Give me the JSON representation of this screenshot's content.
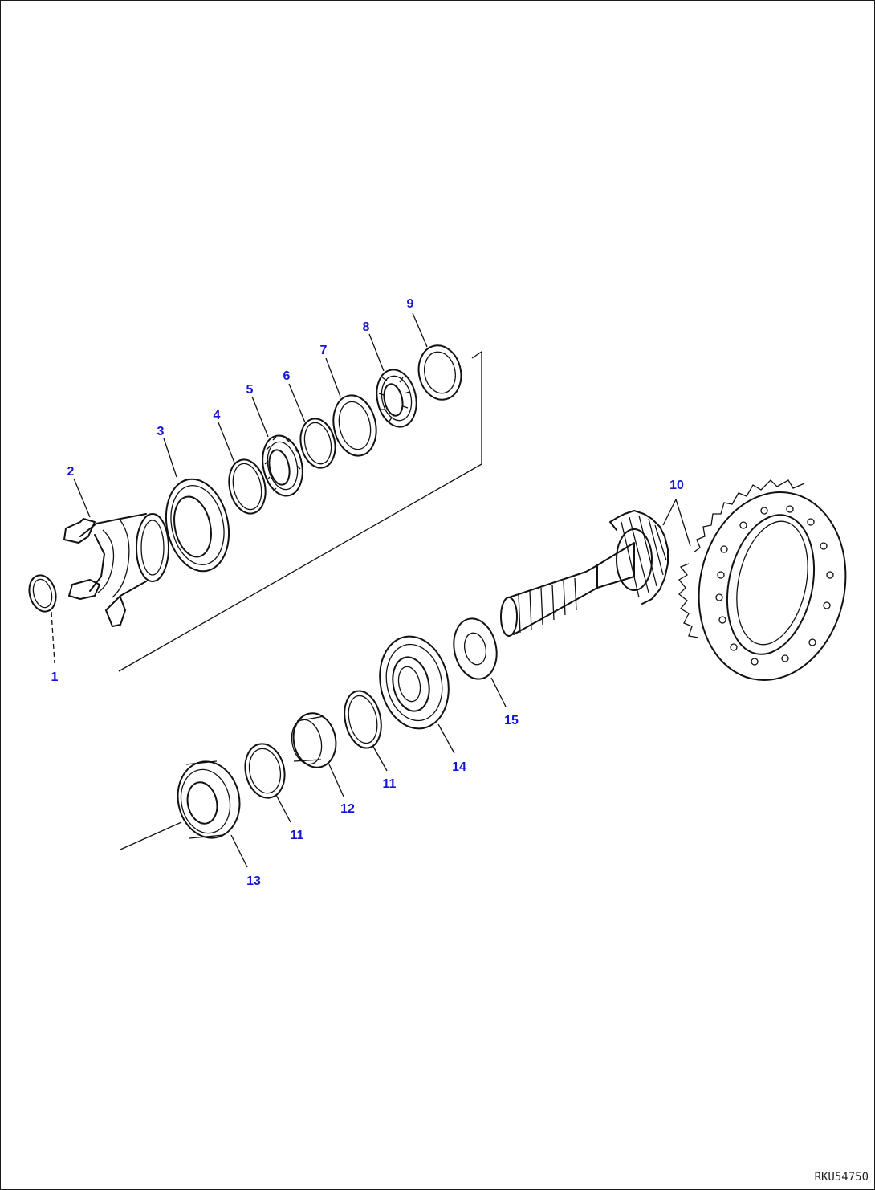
{
  "callouts": [
    "1",
    "2",
    "3",
    "4",
    "5",
    "6",
    "7",
    "8",
    "9",
    "10",
    "11",
    "11",
    "12",
    "13",
    "14",
    "15"
  ],
  "drawing_code": "RKU54750"
}
